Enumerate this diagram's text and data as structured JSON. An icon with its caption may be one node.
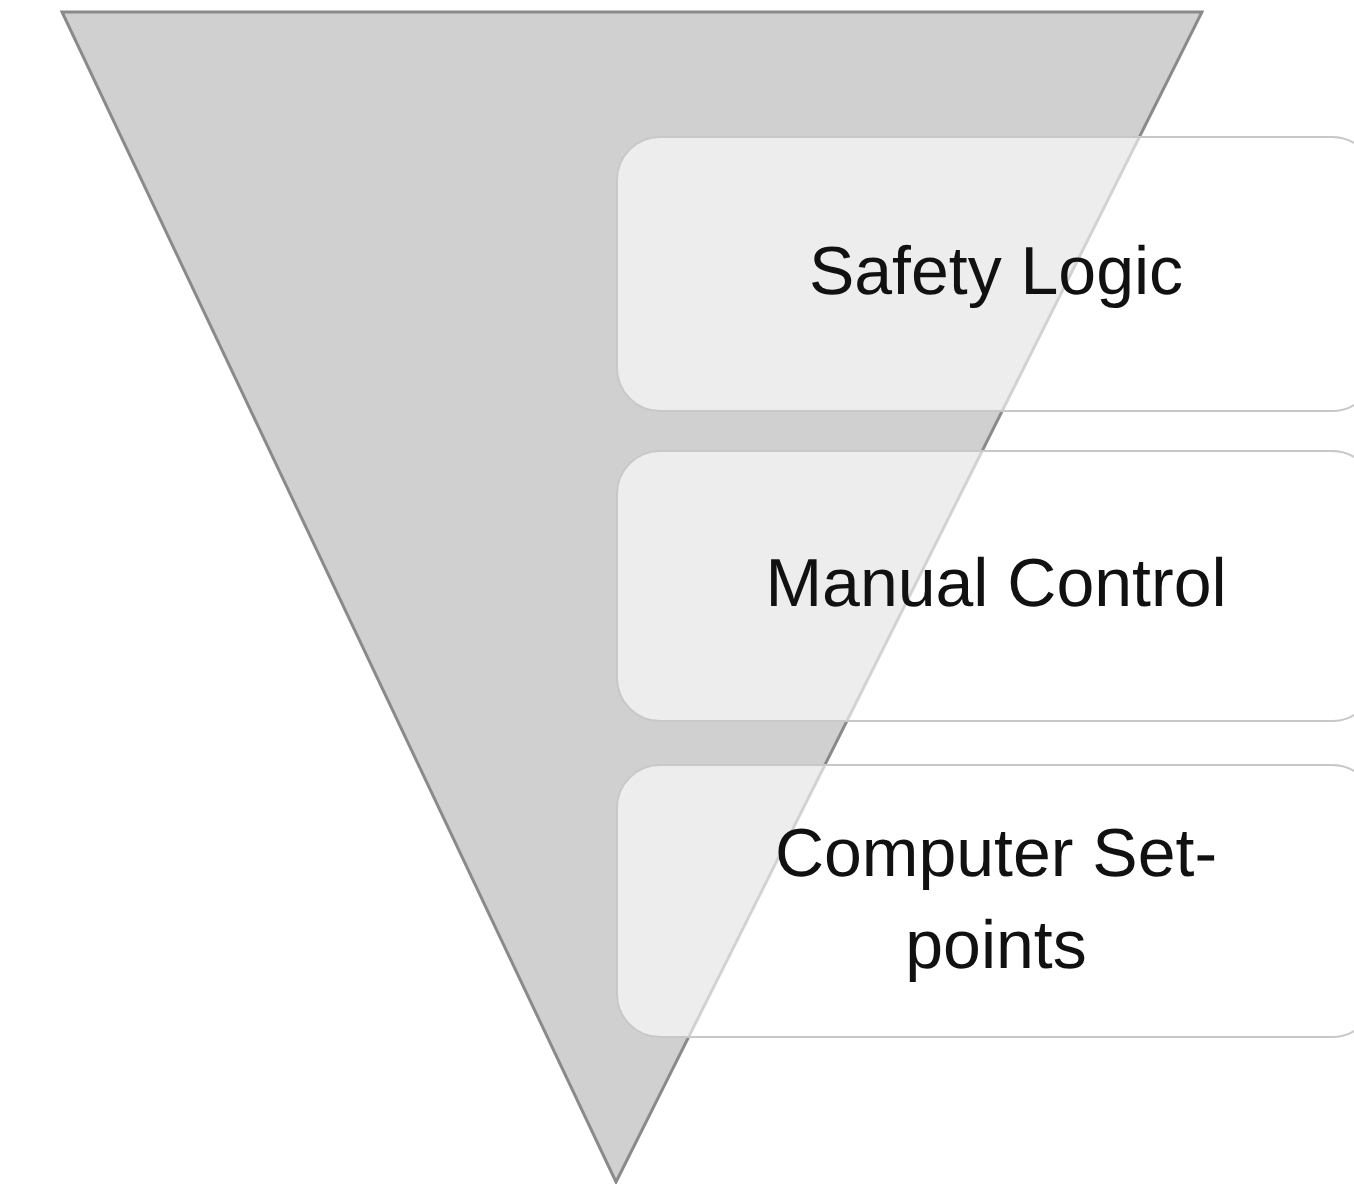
{
  "diagram": {
    "nodes": [
      {
        "text": [],
        "shape": "triangle"
      },
      {
        "text": [
          "Safety Logic"
        ]
      },
      {
        "text": [
          "Manual Control"
        ]
      },
      {
        "text": [
          "Computer Set-points"
        ]
      }
    ]
  }
}
